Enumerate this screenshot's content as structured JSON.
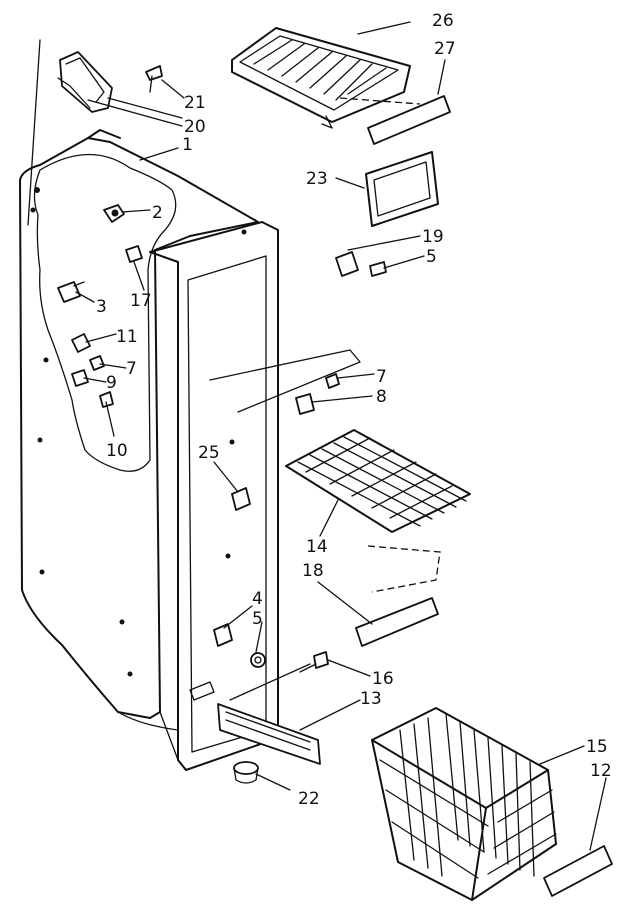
{
  "callouts": [
    {
      "id": "c26a",
      "text": "26"
    },
    {
      "id": "c27",
      "text": "27"
    },
    {
      "id": "c21",
      "text": "21"
    },
    {
      "id": "c20",
      "text": "20"
    },
    {
      "id": "c1",
      "text": "1"
    },
    {
      "id": "c23",
      "text": "23"
    },
    {
      "id": "c2",
      "text": "2"
    },
    {
      "id": "c19",
      "text": "19"
    },
    {
      "id": "c5a",
      "text": "5"
    },
    {
      "id": "c17",
      "text": "17"
    },
    {
      "id": "c3",
      "text": "3"
    },
    {
      "id": "c11",
      "text": "11"
    },
    {
      "id": "c7a",
      "text": "7"
    },
    {
      "id": "c9",
      "text": "9"
    },
    {
      "id": "c7b",
      "text": "7"
    },
    {
      "id": "c8",
      "text": "8"
    },
    {
      "id": "c10",
      "text": "10"
    },
    {
      "id": "c25",
      "text": "25"
    },
    {
      "id": "c14",
      "text": "14"
    },
    {
      "id": "c18",
      "text": "18"
    },
    {
      "id": "c4",
      "text": "4"
    },
    {
      "id": "c5b",
      "text": "5"
    },
    {
      "id": "c16",
      "text": "16"
    },
    {
      "id": "c13",
      "text": "13"
    },
    {
      "id": "c15",
      "text": "15"
    },
    {
      "id": "c12",
      "text": "12"
    },
    {
      "id": "c22",
      "text": "22"
    }
  ]
}
